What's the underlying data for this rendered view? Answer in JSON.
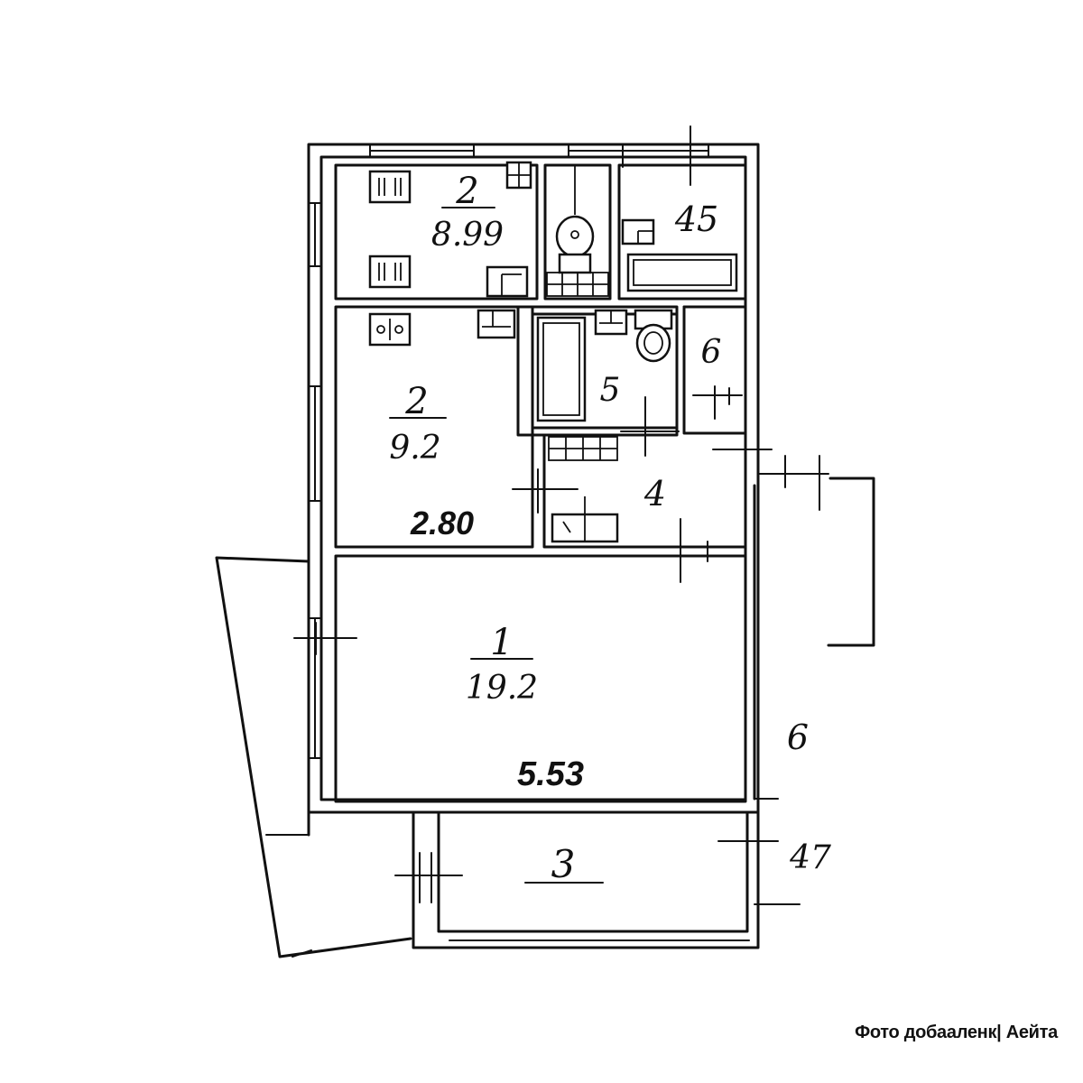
{
  "rooms": {
    "room_kitchen_top": {
      "number": "2",
      "area": "8.99"
    },
    "room_wc_top": {
      "number": "45"
    },
    "room_bedroom": {
      "number": "2",
      "area": "9.2"
    },
    "room_bathroom": {
      "number": "5"
    },
    "room_corridor": {
      "number": "6"
    },
    "room_hall": {
      "number": "4"
    },
    "room_living": {
      "number": "1",
      "area": "19.2"
    },
    "room_balcony": {
      "number": "3"
    },
    "outside_right": {
      "number": "6"
    },
    "outside_bottom_right": {
      "number": "47"
    }
  },
  "dimensions": {
    "bedroom_width": "2.80",
    "living_width": "5.53"
  },
  "watermark": "Фото добааленк| Аейта"
}
